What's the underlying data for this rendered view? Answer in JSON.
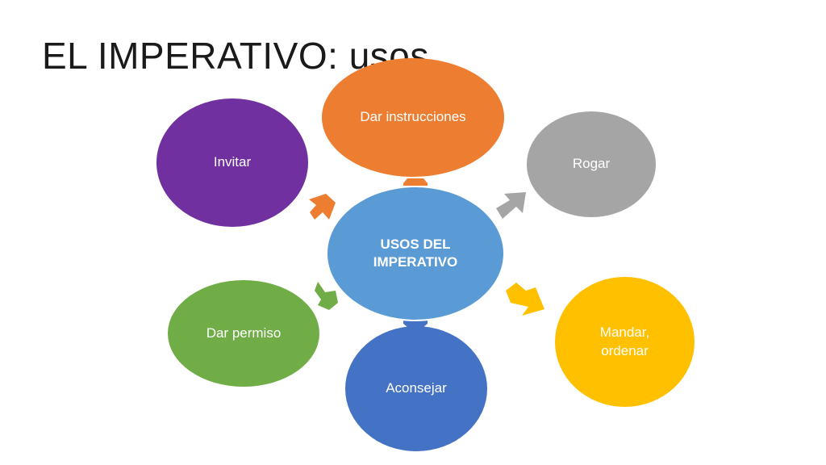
{
  "title": "EL IMPERATIVO: usos",
  "center": {
    "label": "USOS DEL\nIMPERATIVO",
    "color": "#5b9bd5"
  },
  "nodes": [
    {
      "key": "instrucciones",
      "label": "Dar instrucciones",
      "color": "#ed7d31"
    },
    {
      "key": "rogar",
      "label": "Rogar",
      "color": "#a5a5a5"
    },
    {
      "key": "mandar",
      "label": "Mandar,\nordenar",
      "color": "#ffc000"
    },
    {
      "key": "aconsejar",
      "label": "Aconsejar",
      "color": "#4472c4"
    },
    {
      "key": "permiso",
      "label": "Dar permiso",
      "color": "#70ad47"
    },
    {
      "key": "invitar",
      "label": "Invitar",
      "color": "#7030a0"
    }
  ]
}
